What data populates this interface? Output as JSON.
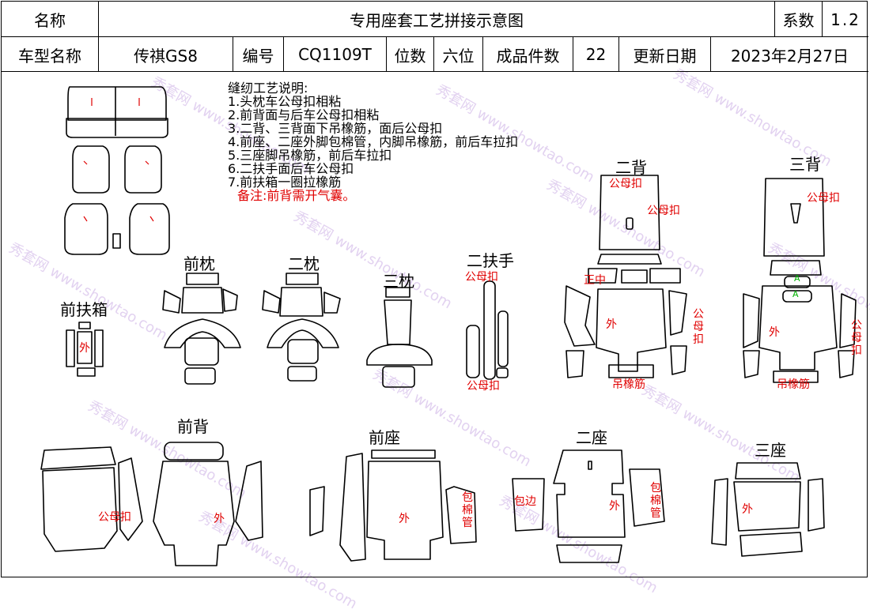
{
  "header": {
    "name_label": "名称",
    "title": "专用座套工艺拼接示意图",
    "coef_label": "系数",
    "coef_value": "1.2",
    "model_label": "车型名称",
    "model_value": "传祺GS8",
    "code_label": "编号",
    "code_value": "CQ1109T",
    "seats_label": "位数",
    "seats_value": "六位",
    "pieces_label": "成品件数",
    "pieces_value": "22",
    "date_label": "更新日期",
    "date_value": "2023年2月27日"
  },
  "notes": {
    "heading": "缝纫工艺说明:",
    "items": [
      "1.头枕车公母扣相粘",
      "2.前背面与后车公母扣相粘",
      "3.二背、三背面下吊橡筋，面后公母扣",
      "4.前座、二座外脚包棉管，内脚吊橡筋，前后车拉扣",
      "5.三座脚吊橡筋，前后车拉扣",
      "6.二扶手面后车公母扣",
      "7.前扶箱一圈拉橡筋"
    ],
    "remark": "备注:前背需开气囊。"
  },
  "sections": {
    "front_armbox": "前扶箱",
    "front_headrest": "前枕",
    "second_headrest": "二枕",
    "third_headrest": "三枕",
    "second_armrest": "二扶手",
    "second_back": "二背",
    "third_back": "三背",
    "front_back": "前背",
    "front_seat": "前座",
    "second_seat": "二座",
    "third_seat": "三座"
  },
  "labels": {
    "velcro": "公母扣",
    "outer": "外",
    "elastic": "吊橡筋",
    "piping": "包棉管",
    "edge": "包边",
    "center": "正中",
    "mark_a": "A"
  },
  "watermark": {
    "brand": "秀套网",
    "url": "www.showtao.com"
  }
}
